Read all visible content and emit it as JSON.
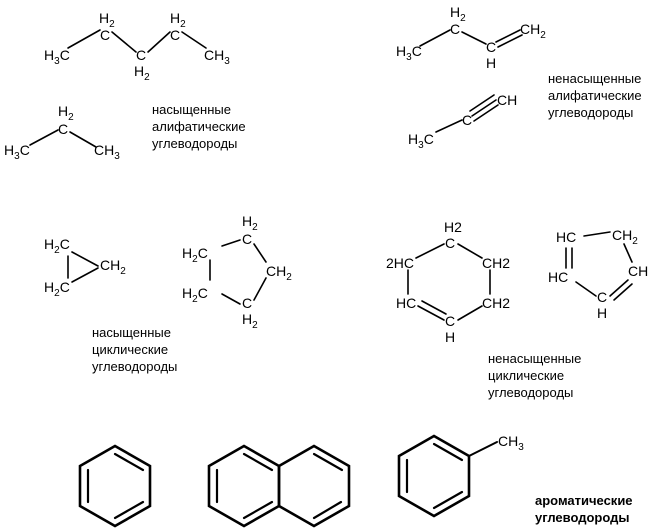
{
  "captions": {
    "saturated_aliphatic": [
      "насыщенные",
      "алифатические",
      "углеводороды"
    ],
    "unsaturated_aliphatic": [
      "ненасыщенные",
      "алифатические",
      "углеводороды"
    ],
    "saturated_cyclic": [
      "насыщенные",
      "циклические",
      "углеводороды"
    ],
    "unsaturated_cyclic": [
      "ненасыщенные",
      "циклические",
      "углеводороды"
    ],
    "aromatic": [
      "ароматические",
      "углеводороды"
    ]
  },
  "labels": {
    "h2": "H",
    "h": "H",
    "c": "C",
    "ch": "CH",
    "h2c": "H",
    "sub2": "2",
    "sub3": "3",
    "two_hc": "2HC",
    "ch2_plain": "CH2",
    "hc": "HC",
    "ch3": "CH",
    "h3c": "H"
  }
}
